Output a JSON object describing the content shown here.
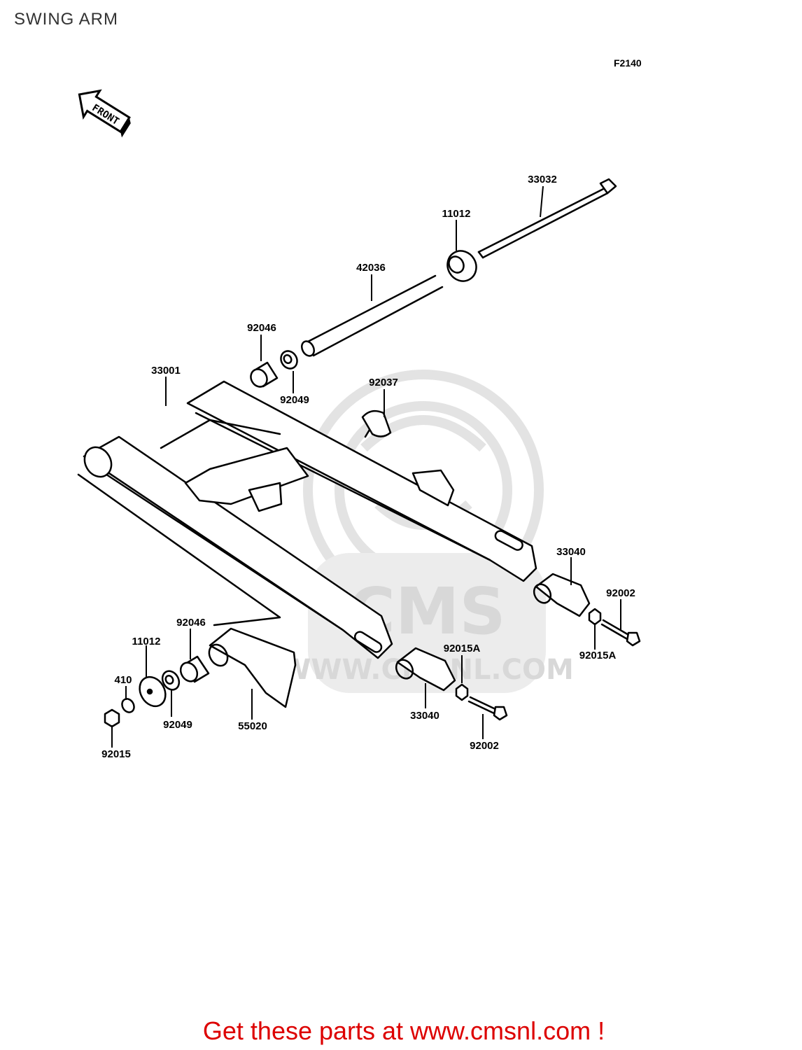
{
  "page_title": "SWING ARM",
  "figure_code": "F2140",
  "front_label": "FRONT",
  "watermark": {
    "logo_text": "CMS",
    "url_text": "WWW.CMSNL.COM"
  },
  "parts": {
    "p33032": "33032",
    "p11012_top": "11012",
    "p42036": "42036",
    "p92046_top": "92046",
    "p92049_top": "92049",
    "p33001": "33001",
    "p92037": "92037",
    "p33040_right": "33040",
    "p92002_right": "92002",
    "p92015a_right": "92015A",
    "p92046_bottom": "92046",
    "p11012_bottom": "11012",
    "p410": "410",
    "p92049_bottom": "92049",
    "p92015": "92015",
    "p55020": "55020",
    "p92015a_mid": "92015A",
    "p33040_mid": "33040",
    "p92002_mid": "92002"
  },
  "footer_text": "Get these parts at www.cmsnl.com !",
  "colors": {
    "footer": "#dd0000",
    "watermark": "#e6e6e6",
    "line": "#000000"
  }
}
